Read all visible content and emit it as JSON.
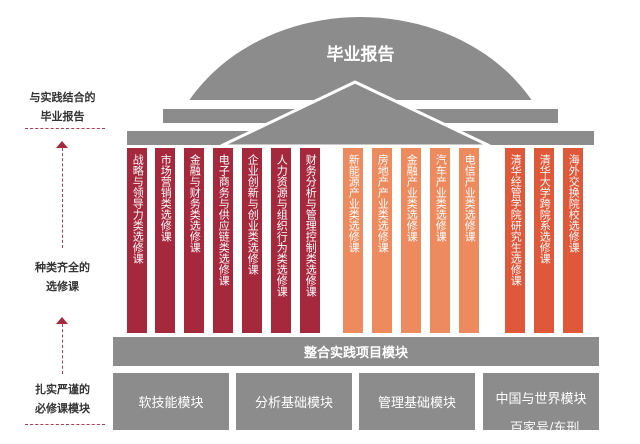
{
  "roof": {
    "title": "毕业报告"
  },
  "side_labels": [
    {
      "line1": "与实践结合的",
      "line2": "毕业报告"
    },
    {
      "line1": "种类齐全的",
      "line2": "选修课"
    },
    {
      "line1": "扎实严谨的",
      "line2": "必修课模块"
    }
  ],
  "columns": [
    {
      "label": "战略与领导力类选修课",
      "group": "general"
    },
    {
      "label": "市场营销类选修课",
      "group": "general"
    },
    {
      "label": "金融与财务类选修课",
      "group": "general"
    },
    {
      "label": "电子商务与供应链类选修课",
      "group": "general"
    },
    {
      "label": "企业创新与创业类选修课",
      "group": "general"
    },
    {
      "label": "人力资源与组织行为类选修课",
      "group": "general"
    },
    {
      "label": "财务分析与管理控制类选修课",
      "group": "general"
    },
    {
      "label": "新能源产业类选修课",
      "group": "industry"
    },
    {
      "label": "房地产产业类选修课",
      "group": "industry"
    },
    {
      "label": "金融产业类选修课",
      "group": "industry"
    },
    {
      "label": "汽车产业类选修课",
      "group": "industry"
    },
    {
      "label": "电信产业类选修课",
      "group": "industry"
    },
    {
      "label": "清华经管学院研究生选修课",
      "group": "external"
    },
    {
      "label": "清华大学跨院系选修课",
      "group": "external"
    },
    {
      "label": "海外交换院校选修课",
      "group": "external"
    }
  ],
  "integration_bar": {
    "label": "整合实践项目模块"
  },
  "foundation_modules": [
    "软技能模块",
    "分析基础模块",
    "管理基础模块",
    "中国与世界模块"
  ],
  "watermark": "百家号/东刑",
  "colors": {
    "general": "#a6283d",
    "industry": "#ed8b5e",
    "external": "#e0583a",
    "structure": "#8c8c8c"
  }
}
